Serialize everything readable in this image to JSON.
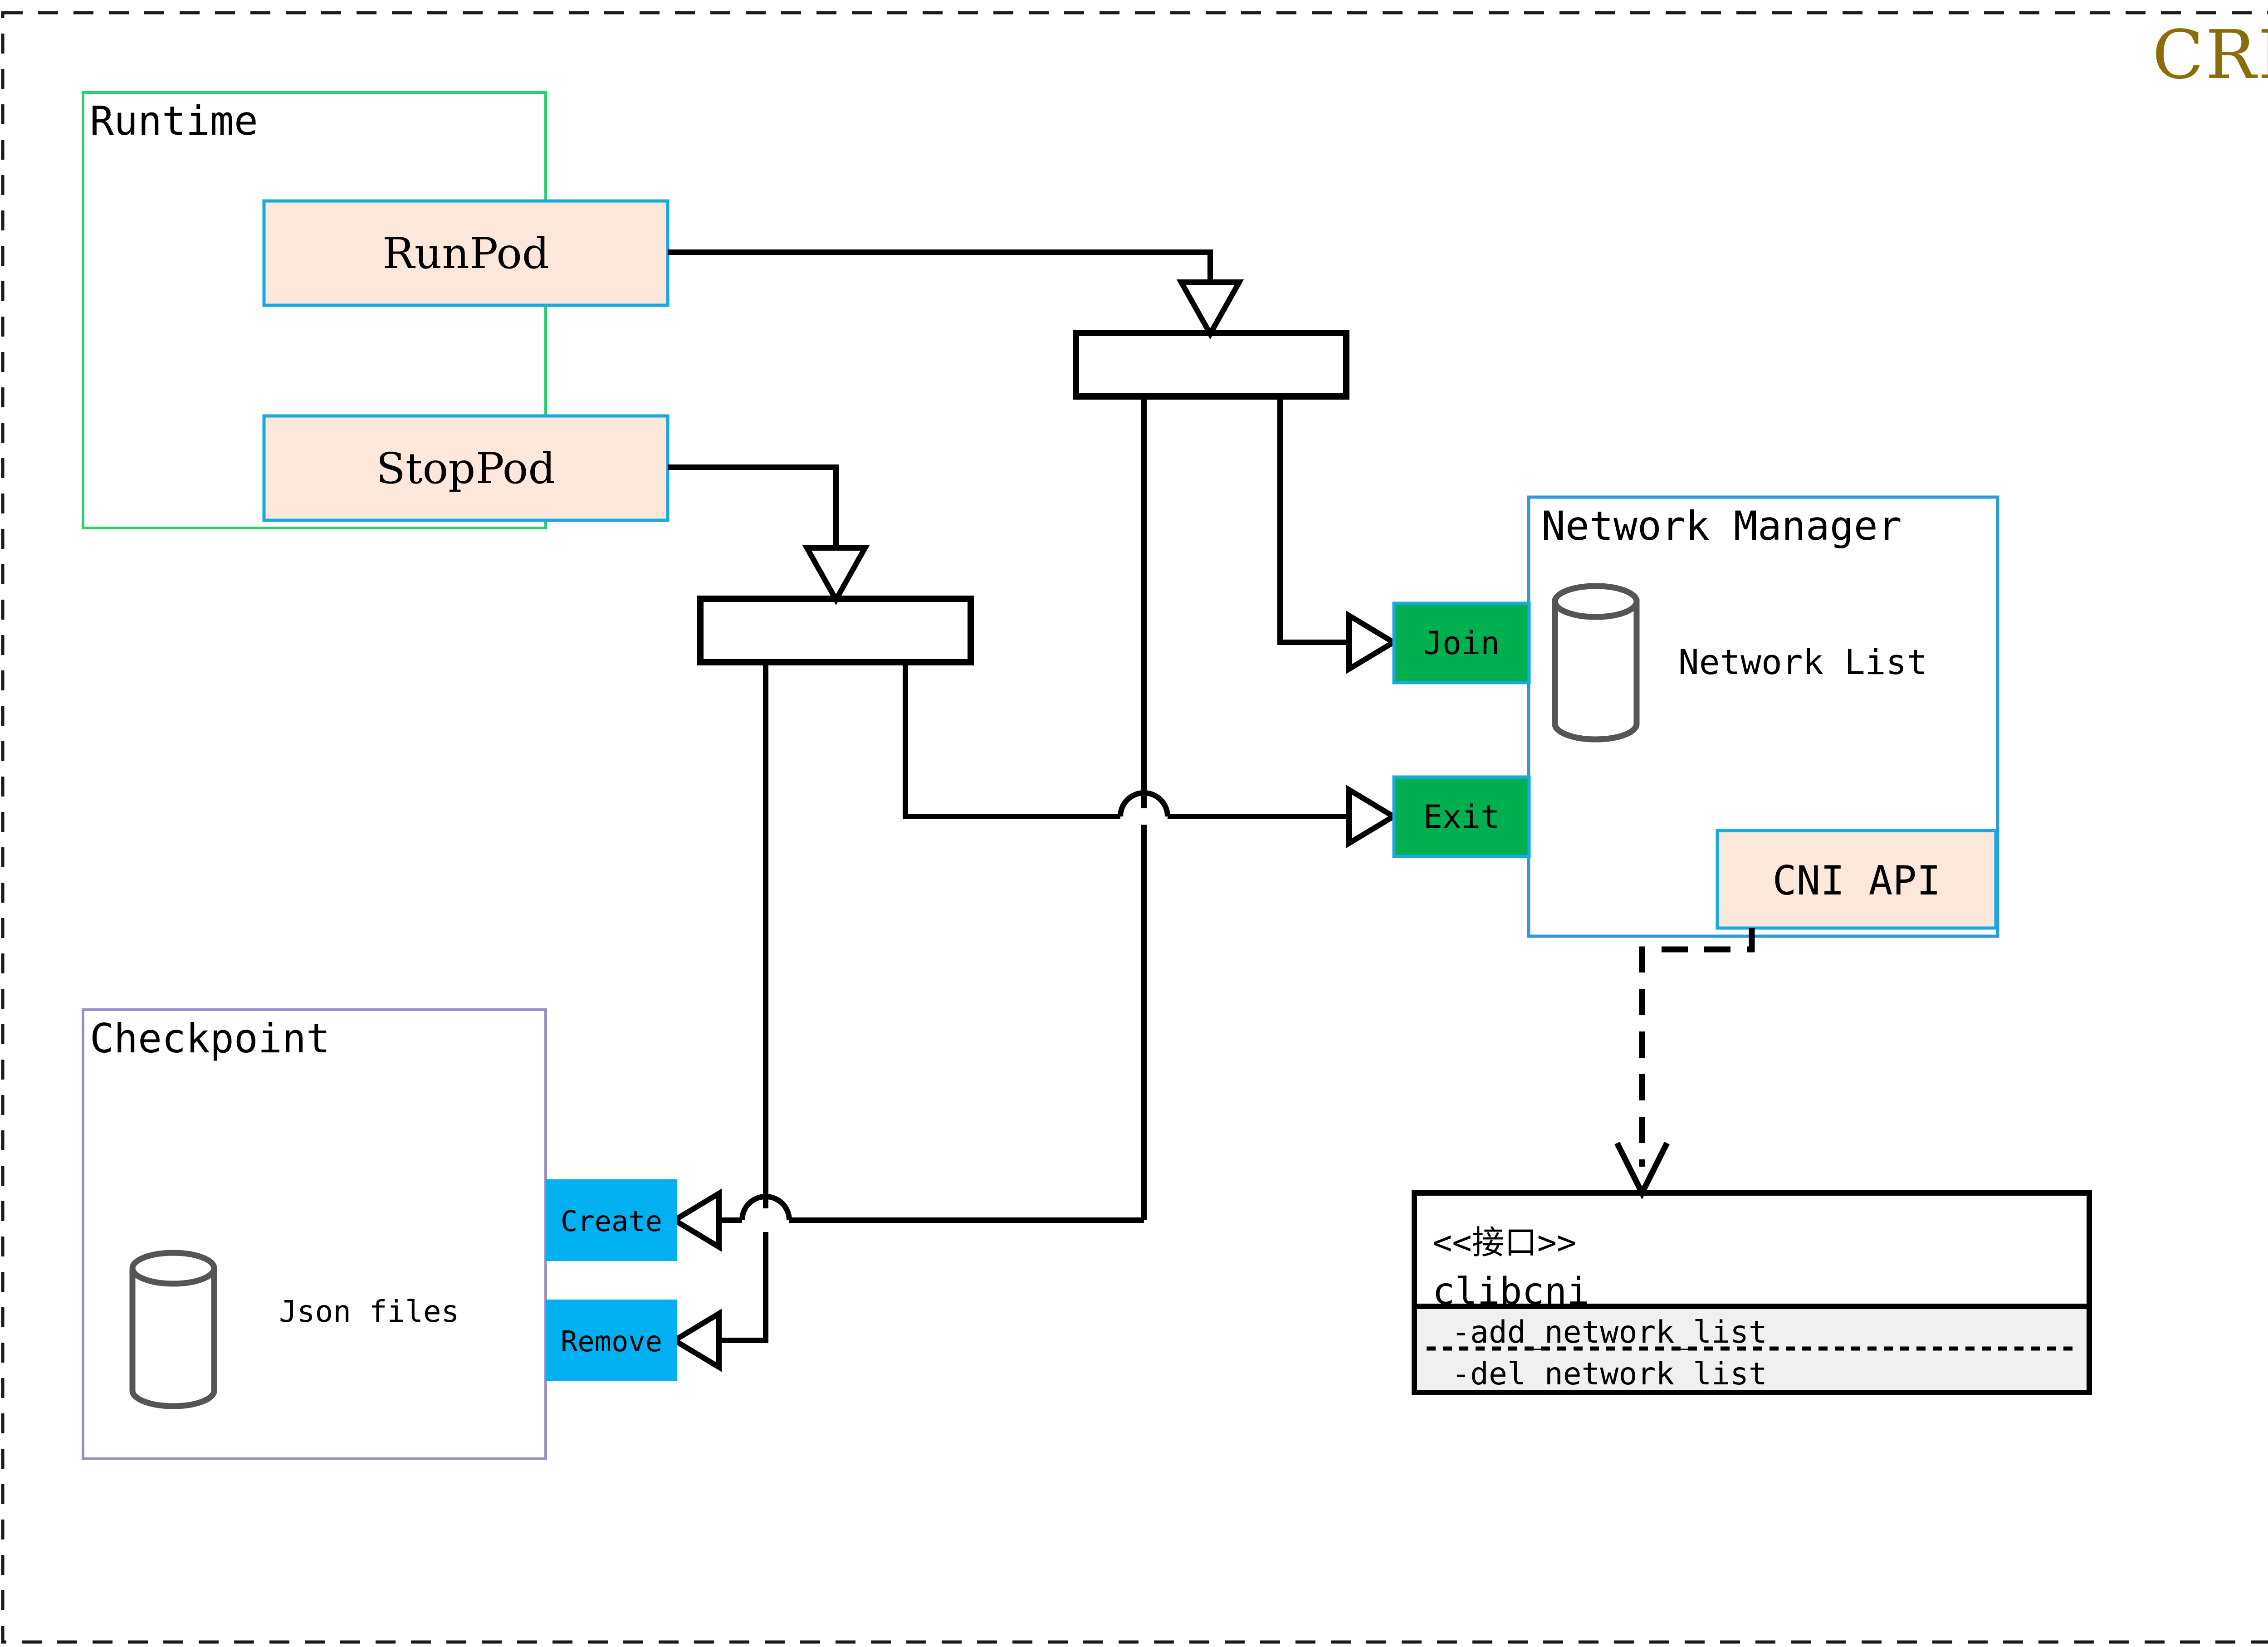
{
  "diagram": {
    "title": "CRI",
    "title_color": "#8a6d08",
    "outer_border": "dashed-black"
  },
  "groups": {
    "runtime": {
      "label": "Runtime",
      "border_color": "#2ecc71"
    },
    "checkpoint": {
      "label": "Checkpoint",
      "border_color": "#9b8ec4"
    },
    "network_manager": {
      "label": "Network Manager",
      "border_color": "#2f9bd6"
    }
  },
  "nodes": {
    "run_pod": {
      "label": "RunPod",
      "fill": "#fce8da",
      "border": "#17a9e0"
    },
    "stop_pod": {
      "label": "StopPod",
      "fill": "#fce8da",
      "border": "#17a9e0"
    },
    "join": {
      "label": "Join",
      "fill": "#00b050",
      "border": "#17a9e0"
    },
    "exit": {
      "label": "Exit",
      "fill": "#00b050",
      "border": "#17a9e0"
    },
    "cni_api": {
      "label": "CNI API",
      "fill": "#fce8da",
      "border": "#17a9e0"
    },
    "create": {
      "label": "Create",
      "fill": "#00b0f0"
    },
    "remove": {
      "label": "Remove",
      "fill": "#00b0f0"
    },
    "network_list": {
      "label": "Network List",
      "icon": "cylinder-database"
    },
    "json_files": {
      "label": "Json files",
      "icon": "cylinder-database"
    }
  },
  "interface": {
    "stereotype": "<<接口>>",
    "name": "clibcni",
    "methods": [
      "-add_network_list",
      "-del_network_list"
    ],
    "methods_fill": "#f0f0f0"
  },
  "bars": {
    "fork_top": {
      "label": ""
    },
    "fork_bottom": {
      "label": ""
    }
  }
}
